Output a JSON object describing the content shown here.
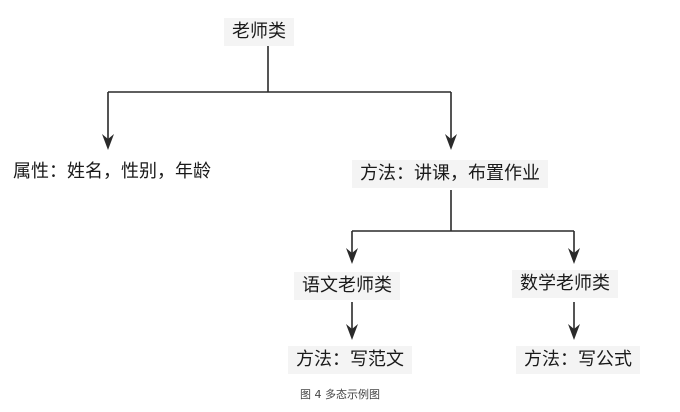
{
  "diagram": {
    "root": "老师类",
    "attributes": "属性：姓名，性别，年龄",
    "methods": "方法：讲课，布置作业",
    "chinese_teacher": "语文老师类",
    "math_teacher": "数学老师类",
    "chinese_method": "方法：写范文",
    "math_method": "方法：写公式"
  },
  "caption": "图 4  多态示例图"
}
